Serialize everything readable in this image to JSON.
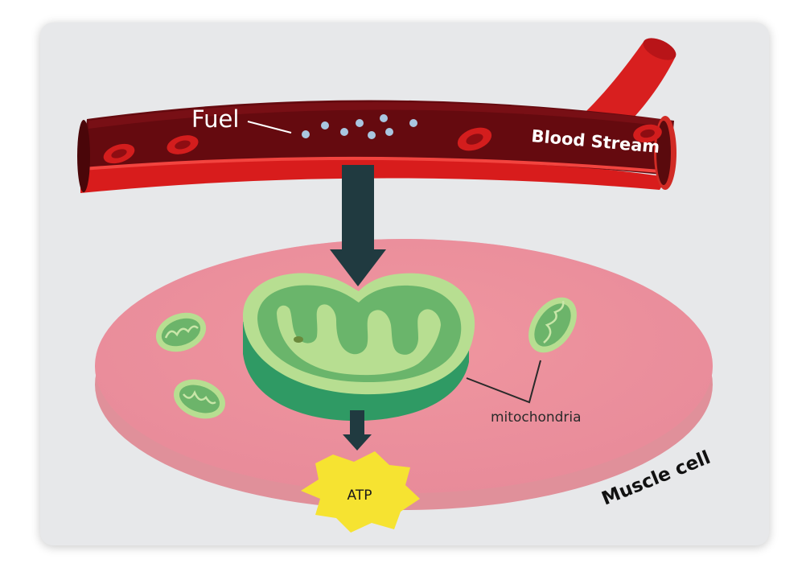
{
  "labels": {
    "fuel": "Fuel",
    "blood_stream": "Blood Stream",
    "mitochondria": "mitochondria",
    "atp": "ATP",
    "muscle_cell": "Muscle cell"
  },
  "colors": {
    "card_bg": "#e7e8ea",
    "vessel_dark": "#5e0a0e",
    "vessel_red": "#dd1a1a",
    "cell_pink": "#e8929c",
    "mito_light": "#b7de91",
    "mito_mid": "#6fb86b",
    "mito_dark": "#2f9a64",
    "arrow": "#213a40",
    "atp_yellow": "#f6e331"
  }
}
